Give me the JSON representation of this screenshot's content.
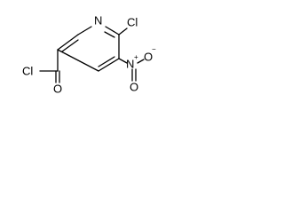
{
  "structure": {
    "atoms": {
      "ring_n": "N",
      "cl_ring": "Cl",
      "cl_acyl": "Cl",
      "o_carbonyl": "O",
      "nitro_n": "N",
      "nitro_o_top": "O",
      "nitro_o_bottom": "O",
      "nitro_n_charge": "+",
      "nitro_o_charge": "−"
    }
  },
  "colors": {
    "bond": "#000000",
    "label": "#000000",
    "background": "#ffffff"
  }
}
